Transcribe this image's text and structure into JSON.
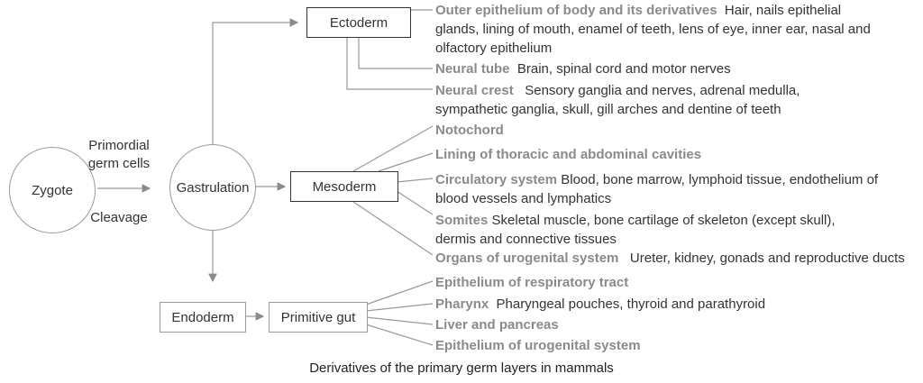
{
  "nodes": {
    "zygote": "Zygote",
    "gastrulation": "Gastrulation",
    "ectoderm": "Ectoderm",
    "mesoderm": "Mesoderm",
    "endoderm": "Endoderm",
    "primitive_gut": "Primitive gut"
  },
  "arrow_labels": {
    "above": "Primordial germ cells",
    "below": "Cleavage"
  },
  "ectoderm_items": [
    {
      "term": "Outer epithelium of body and its derivatives",
      "desc": "Hair, nails epithelial glands, lining of mouth, enamel of teeth, lens of eye, inner ear, nasal and olfactory epithelium"
    },
    {
      "term": "Neural tube",
      "desc": "Brain, spinal cord and motor nerves"
    },
    {
      "term": "Neural crest",
      "desc": "Sensory ganglia and nerves, adrenal medulla, sympathetic ganglia, skull, gill arches and dentine of teeth"
    }
  ],
  "mesoderm_items": [
    {
      "term": "Notochord",
      "desc": ""
    },
    {
      "term": "Lining of thoracic and abdominal cavities",
      "desc": ""
    },
    {
      "term": "Circulatory system",
      "desc": "Blood, bone marrow, lymphoid tissue, endothelium of blood vessels and lymphatics"
    },
    {
      "term": "Somites",
      "desc": "Skeletal muscle, bone cartilage of skeleton (except skull), dermis and connective tissues"
    },
    {
      "term": "Organs of urogenital system",
      "desc": "Ureter, kidney, gonads and reproductive ducts"
    }
  ],
  "endoderm_items": [
    {
      "term": "Epithelium of respiratory tract",
      "desc": ""
    },
    {
      "term": "Pharynx",
      "desc": "Pharyngeal pouches, thyroid and parathyroid"
    },
    {
      "term": "Liver",
      "desc": "and pancreas"
    },
    {
      "term": "Epithelium of urogenital system",
      "desc": ""
    }
  ],
  "caption": "Derivatives of the primary germ layers in mammals"
}
